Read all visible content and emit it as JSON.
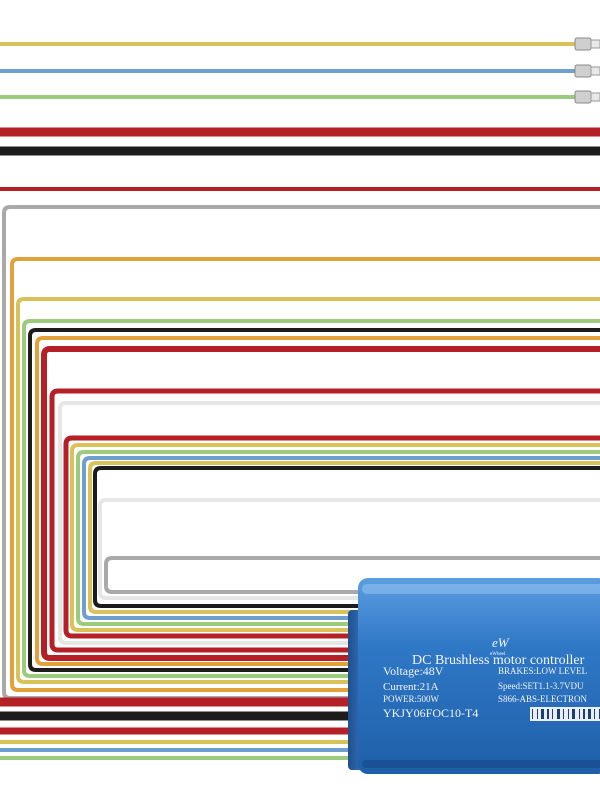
{
  "photo": {
    "subject": "brushless motor controller with colored lead wires",
    "wire_colors": {
      "yellow": "#d9c25a",
      "blue": "#6f9fce",
      "green": "#9ccb7d",
      "red": "#b42025",
      "black": "#1c1c1c",
      "gray": "#a9a9a9",
      "orange": "#e2a13b",
      "white": "#e6e6e6"
    },
    "housing_color": "#2f78c6"
  },
  "controller_label": {
    "brand": "eW",
    "brand_small": "eWheel",
    "title": "DC Brushless motor controller",
    "voltage": "Voltage:48V",
    "current": "Current:21A",
    "power": "POWER:500W",
    "brakes": "BRAKES:LOW LEVEL",
    "speed": "Speed:SET1.1-3.7VDU",
    "feature": "S866-ABS-ELECTRON",
    "model": "YKJY06FOC10-T4"
  }
}
